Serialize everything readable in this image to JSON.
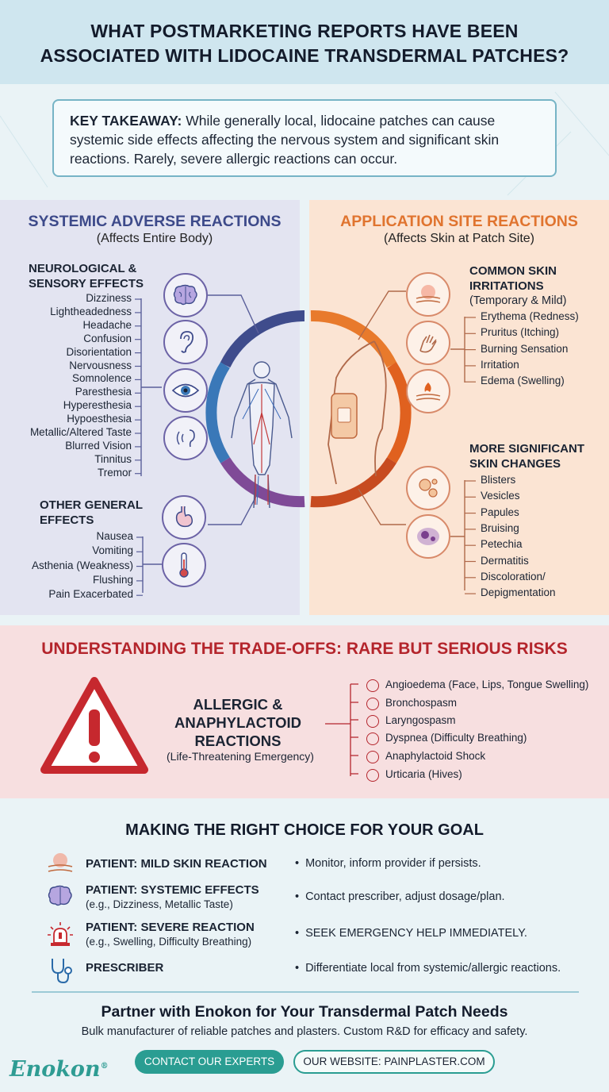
{
  "title": {
    "line1": "WHAT POSTMARKETING REPORTS HAVE BEEN",
    "line2": "ASSOCIATED WITH LIDOCAINE TRANSDERMAL PATCHES?"
  },
  "takeaway": {
    "label": "KEY TAKEAWAY:",
    "text": " While generally local, lidocaine patches can cause systemic side effects affecting the nervous system and significant skin reactions. Rarely, severe allergic reactions can occur."
  },
  "systemic": {
    "heading": "SYSTEMIC ADVERSE REACTIONS",
    "subheading": "(Affects Entire Body)",
    "neuro": {
      "heading_line1": "NEUROLOGICAL &",
      "heading_line2": "SENSORY EFFECTS",
      "items": [
        "Dizziness",
        "Lightheadedness",
        "Headache",
        "Confusion",
        "Disorientation",
        "Nervousness",
        "Somnolence",
        "Paresthesia",
        "Hyperesthesia",
        "Hypoesthesia",
        "Metallic/Altered Taste",
        "Blurred Vision",
        "Tinnitus",
        "Tremor"
      ]
    },
    "general": {
      "heading_line1": "OTHER GENERAL",
      "heading_line2": "EFFECTS",
      "items": [
        "Nausea",
        "Vomiting",
        "Asthenia (Weakness)",
        "Flushing",
        "Pain Exacerbated"
      ]
    },
    "icons": [
      "brain-icon",
      "ear-icon",
      "eye-icon",
      "sound-icon",
      "stomach-icon",
      "thermometer-icon"
    ]
  },
  "application": {
    "heading": "APPLICATION SITE REACTIONS",
    "subheading": "(Affects Skin at Patch Site)",
    "common": {
      "heading_line1": "COMMON SKIN",
      "heading_line2": "IRRITATIONS",
      "heading_line3": "(Temporary & Mild)",
      "items": [
        "Erythema (Redness)",
        "Pruritus (Itching)",
        "Burning Sensation",
        "Irritation",
        "Edema (Swelling)"
      ]
    },
    "significant": {
      "heading_line1": "MORE SIGNIFICANT",
      "heading_line2": "SKIN CHANGES",
      "items": [
        "Blisters",
        "Vesicles",
        "Papules",
        "Bruising",
        "Petechia",
        "Dermatitis",
        "Discoloration/",
        "Depigmentation"
      ]
    },
    "icons": [
      "skin-redness-icon",
      "itching-hand-icon",
      "burning-skin-icon",
      "blisters-icon",
      "bruising-icon"
    ]
  },
  "risks": {
    "heading": "UNDERSTANDING THE TRADE-OFFS: RARE BUT SERIOUS RISKS",
    "allergic_line1": "ALLERGIC &",
    "allergic_line2": "ANAPHYLACTOID",
    "allergic_line3": "REACTIONS",
    "allergic_sub": "(Life-Threatening Emergency)",
    "items": [
      "Angioedema (Face, Lips, Tongue Swelling)",
      "Bronchospasm",
      "Laryngospasm",
      "Dyspnea (Difficulty Breathing)",
      "Anaphylactoid Shock",
      "Urticaria (Hives)"
    ]
  },
  "choice": {
    "heading": "MAKING THE RIGHT CHOICE FOR YOUR GOAL",
    "rows": [
      {
        "label": "PATIENT: MILD SKIN REACTION",
        "sub": "",
        "action": "Monitor, inform provider if persists."
      },
      {
        "label": "PATIENT: SYSTEMIC EFFECTS",
        "sub": "(e.g., Dizziness, Metallic Taste)",
        "action": "Contact prescriber, adjust dosage/plan."
      },
      {
        "label": "PATIENT: SEVERE REACTION",
        "sub": "(e.g., Swelling, Difficulty Breathing)",
        "action": "SEEK EMERGENCY HELP IMMEDIATELY."
      },
      {
        "label": "PRESCRIBER",
        "sub": "",
        "action": "Differentiate local from systemic/allergic reactions."
      }
    ]
  },
  "footer": {
    "partner_heading": "Partner with Enokon for Your Transdermal Patch Needs",
    "partner_sub": "Bulk manufacturer of reliable patches and plasters. Custom R&D for efficacy and safety.",
    "logo": "Enokon",
    "logo_mark": "®",
    "contact_button": "CONTACT OUR EXPERTS",
    "website_button": "OUR WEBSITE: PAINPLASTER.COM"
  },
  "colors": {
    "systemic_accent": "#3d4a8a",
    "application_accent": "#e0742f",
    "risk_accent": "#b4252c",
    "brand": "#2a9d92"
  }
}
